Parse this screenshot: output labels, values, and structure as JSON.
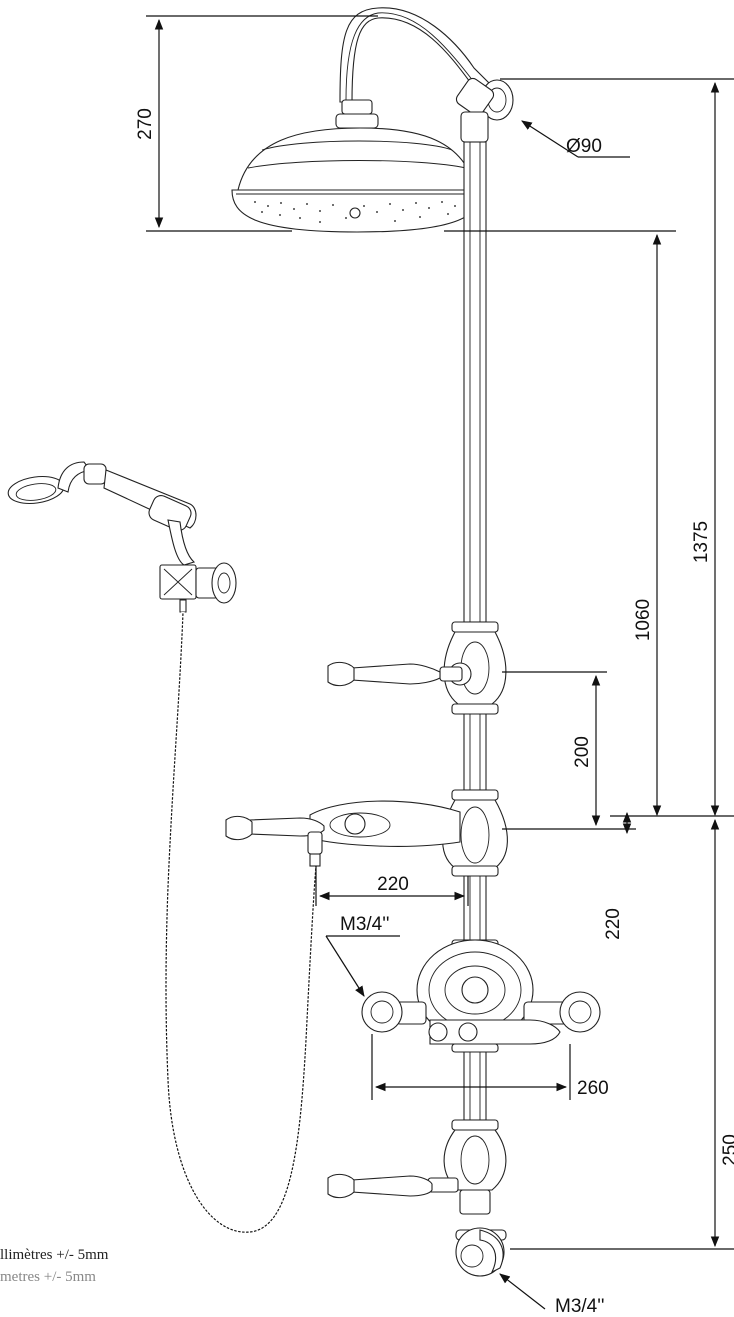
{
  "dimensions": {
    "head_drop": "270",
    "head_diameter": "Ø90",
    "total_height": "1375",
    "head_to_mixer": "1060",
    "valve_spacing_upper": "200",
    "valve_spacing_lower": "220",
    "handshower_offset": "220",
    "mixer_inlet_label": "M3/4''",
    "mixer_width": "260",
    "bottom_height": "250",
    "bottom_inlet_label": "M3/4''"
  },
  "notes": {
    "line1": "llimètres +/- 5mm",
    "line2": "metres +/- 5mm"
  }
}
